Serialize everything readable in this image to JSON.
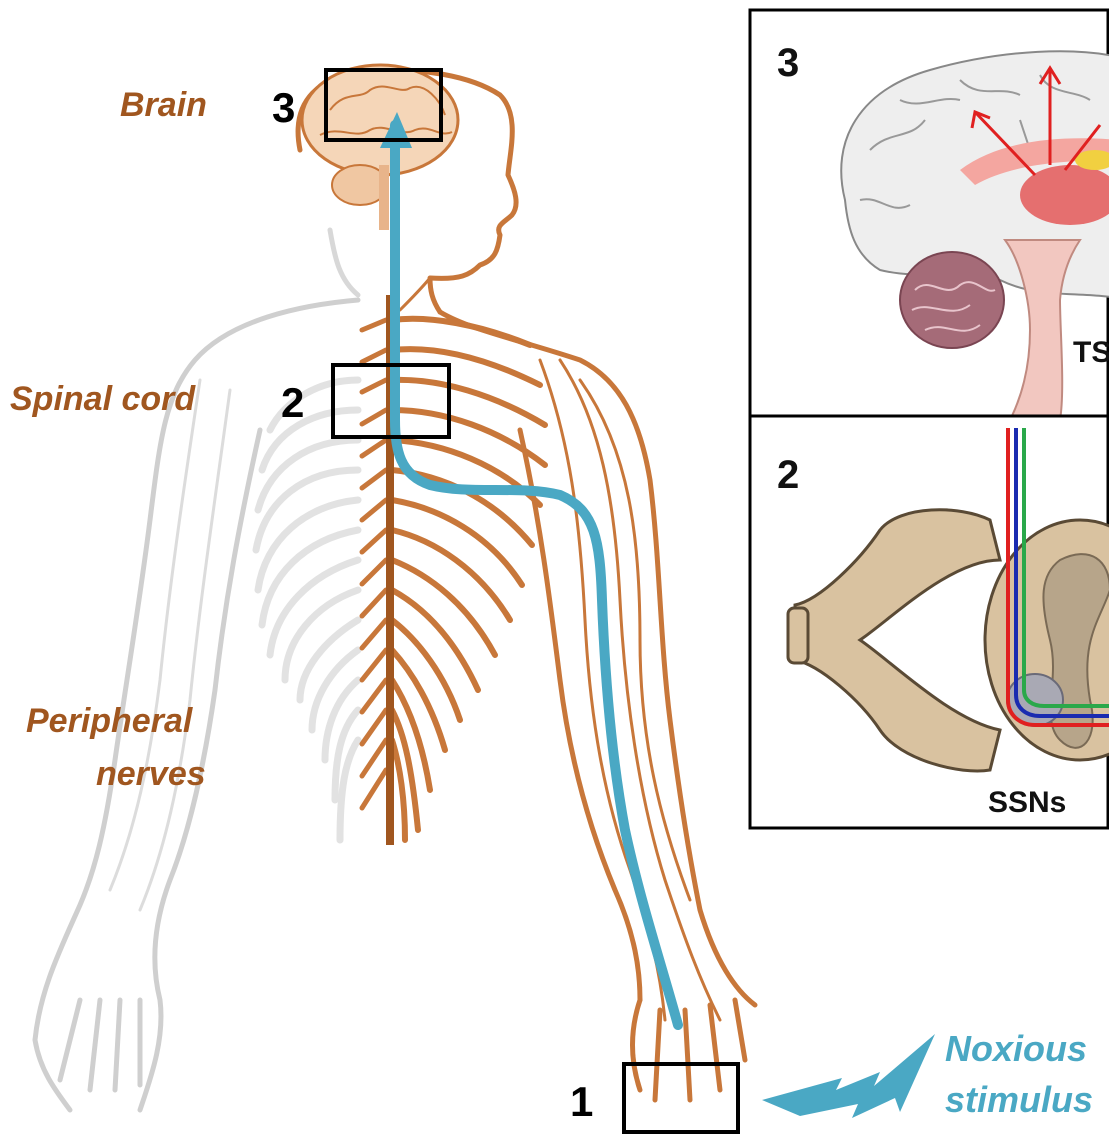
{
  "labels": {
    "brain": "Brain",
    "spinal_cord": "Spinal cord",
    "peripheral_line1": "Peripheral",
    "peripheral_line2": "nerves",
    "noxious_line1": "Noxious",
    "noxious_line2": "stimulus"
  },
  "boxes": {
    "brain": "3",
    "spinal": "2",
    "hand": "1"
  },
  "insets": {
    "brain_panel": {
      "number": "3",
      "label": "TS"
    },
    "spinal_panel": {
      "number": "2",
      "label": "SSNs"
    }
  },
  "colors": {
    "nerve_brown": "#c8773a",
    "label_brown": "#a0561f",
    "body_gray": "#d4d4d4",
    "pathway_blue": "#4aa8c4",
    "fiber_red": "#e02020",
    "fiber_blue": "#1a2bb0",
    "fiber_green": "#2aa84a"
  },
  "icons": [
    "brain-illustration",
    "human-body-outline",
    "lightning-bolt-icon",
    "spinal-cord-cross-section"
  ]
}
